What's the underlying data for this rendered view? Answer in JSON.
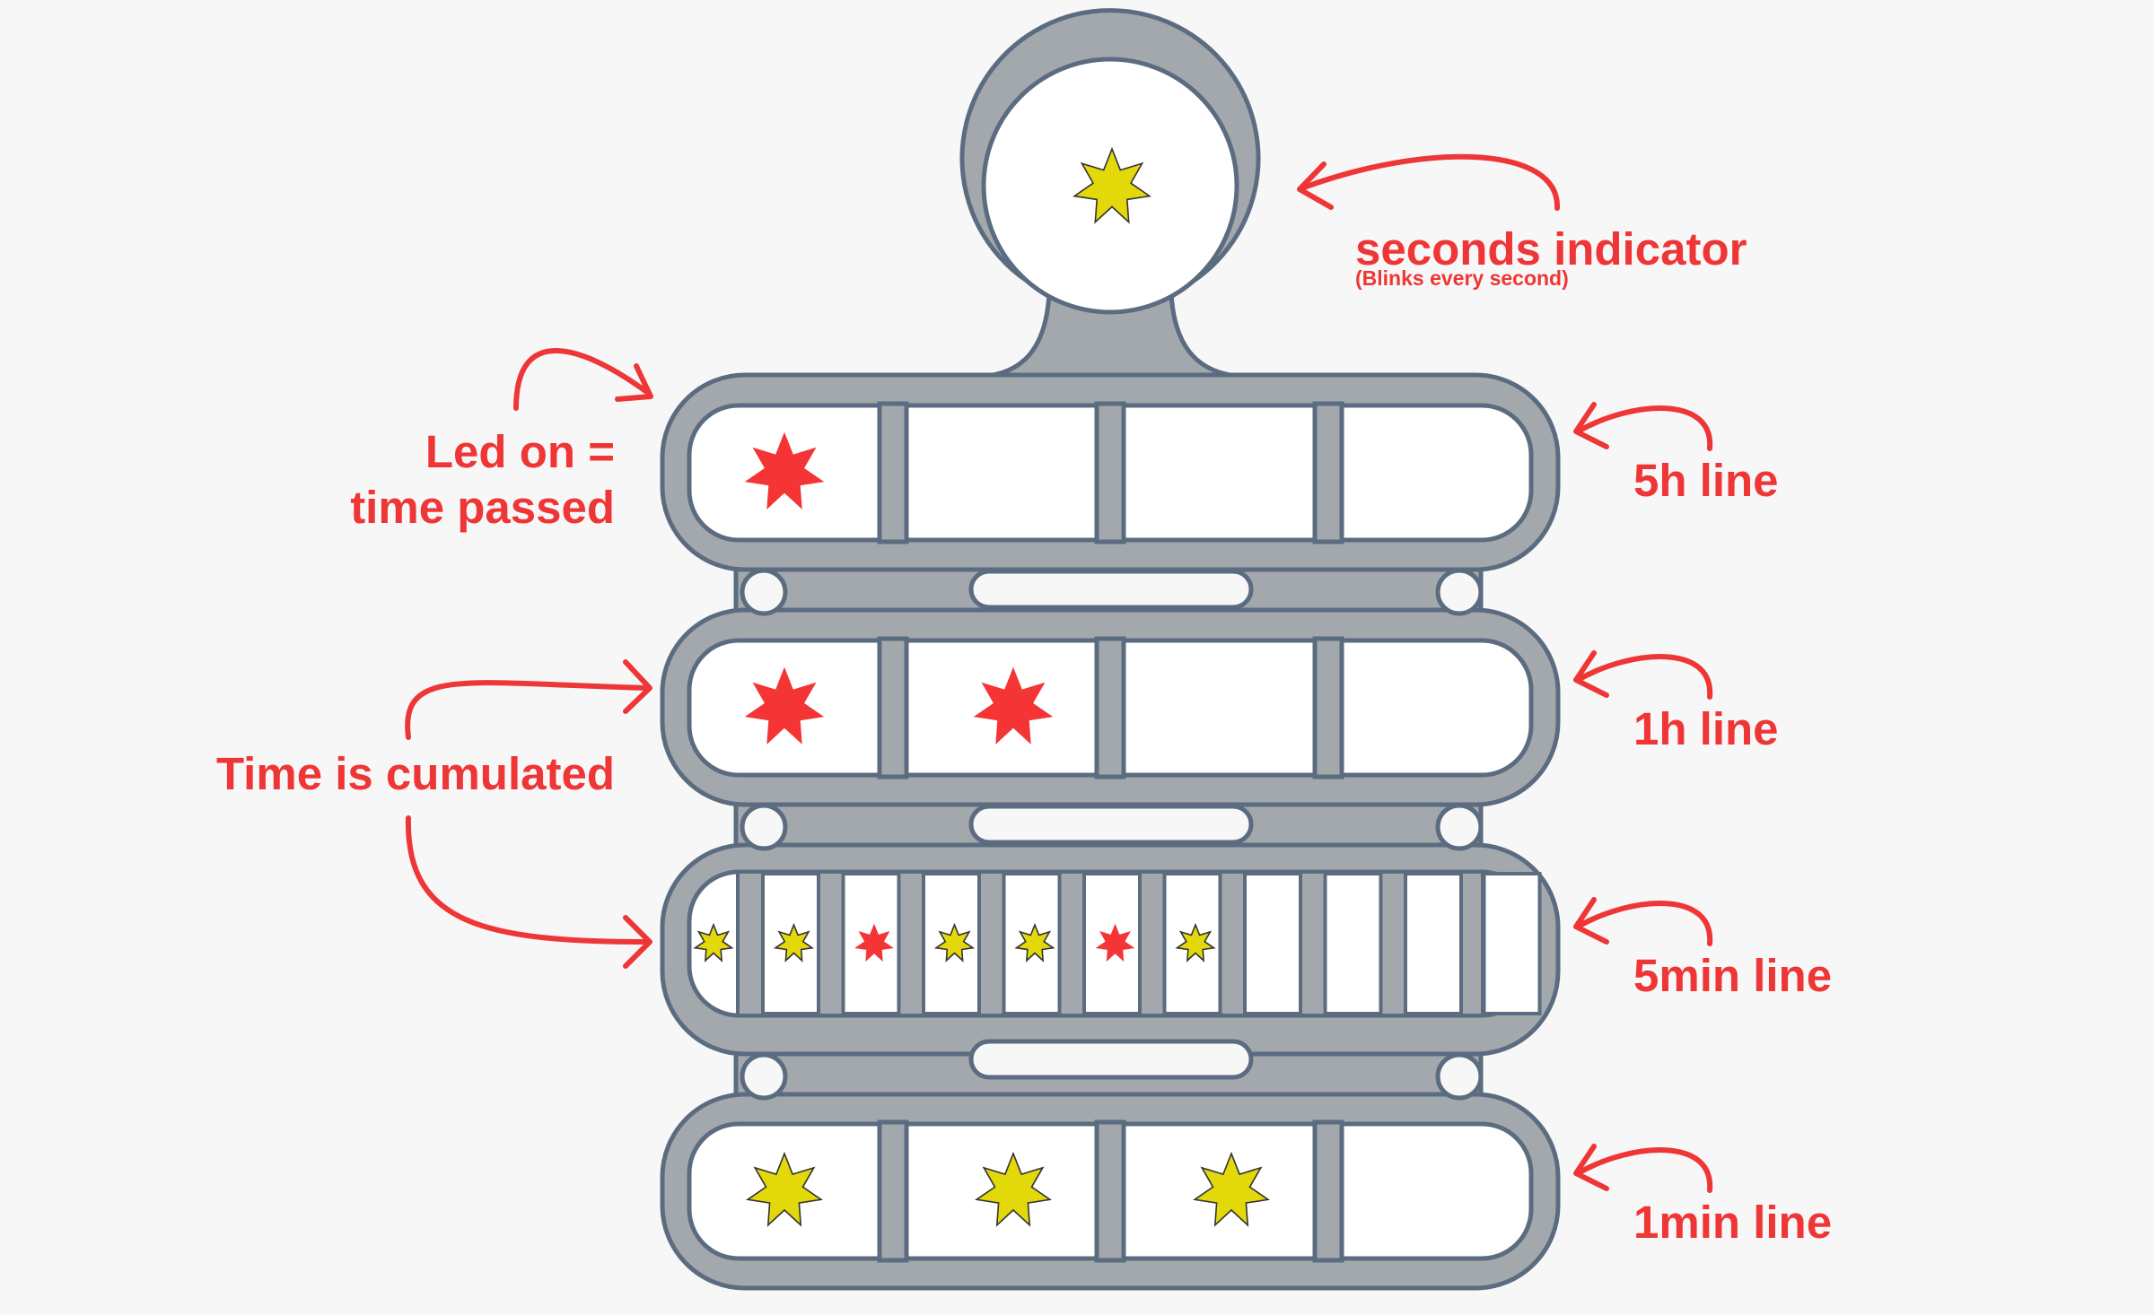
{
  "colors": {
    "background": "#f7f7f8",
    "frame_fill": "#a3a8ad",
    "frame_stroke": "#5b6c80",
    "cell_fill": "#ffffff",
    "led_on": "#f53535",
    "led_off": "#e3d90a",
    "annotation": "#ef3636"
  },
  "seconds_indicator": {
    "led": "off"
  },
  "rows": [
    {
      "name": "5h",
      "label": "5h line",
      "leds": [
        "on",
        "none",
        "none",
        "none"
      ]
    },
    {
      "name": "1h",
      "label": "1h line",
      "leds": [
        "on",
        "on",
        "none",
        "none"
      ]
    },
    {
      "name": "5min",
      "label": "5min line",
      "leds": [
        "off",
        "off",
        "on",
        "off",
        "off",
        "on",
        "off",
        "none",
        "none",
        "none"
      ]
    },
    {
      "name": "1min",
      "label": "1min line",
      "leds": [
        "off",
        "off",
        "off",
        "none"
      ]
    }
  ],
  "annotations": {
    "seconds_title": "seconds indicator",
    "seconds_note": "(Blinks every second)",
    "led_on_line1": "Led on =",
    "led_on_line2": "time passed",
    "cumulated": "Time is cumulated"
  },
  "icons": {
    "led": "star-led-icon",
    "arrow": "curved-arrow-icon"
  }
}
